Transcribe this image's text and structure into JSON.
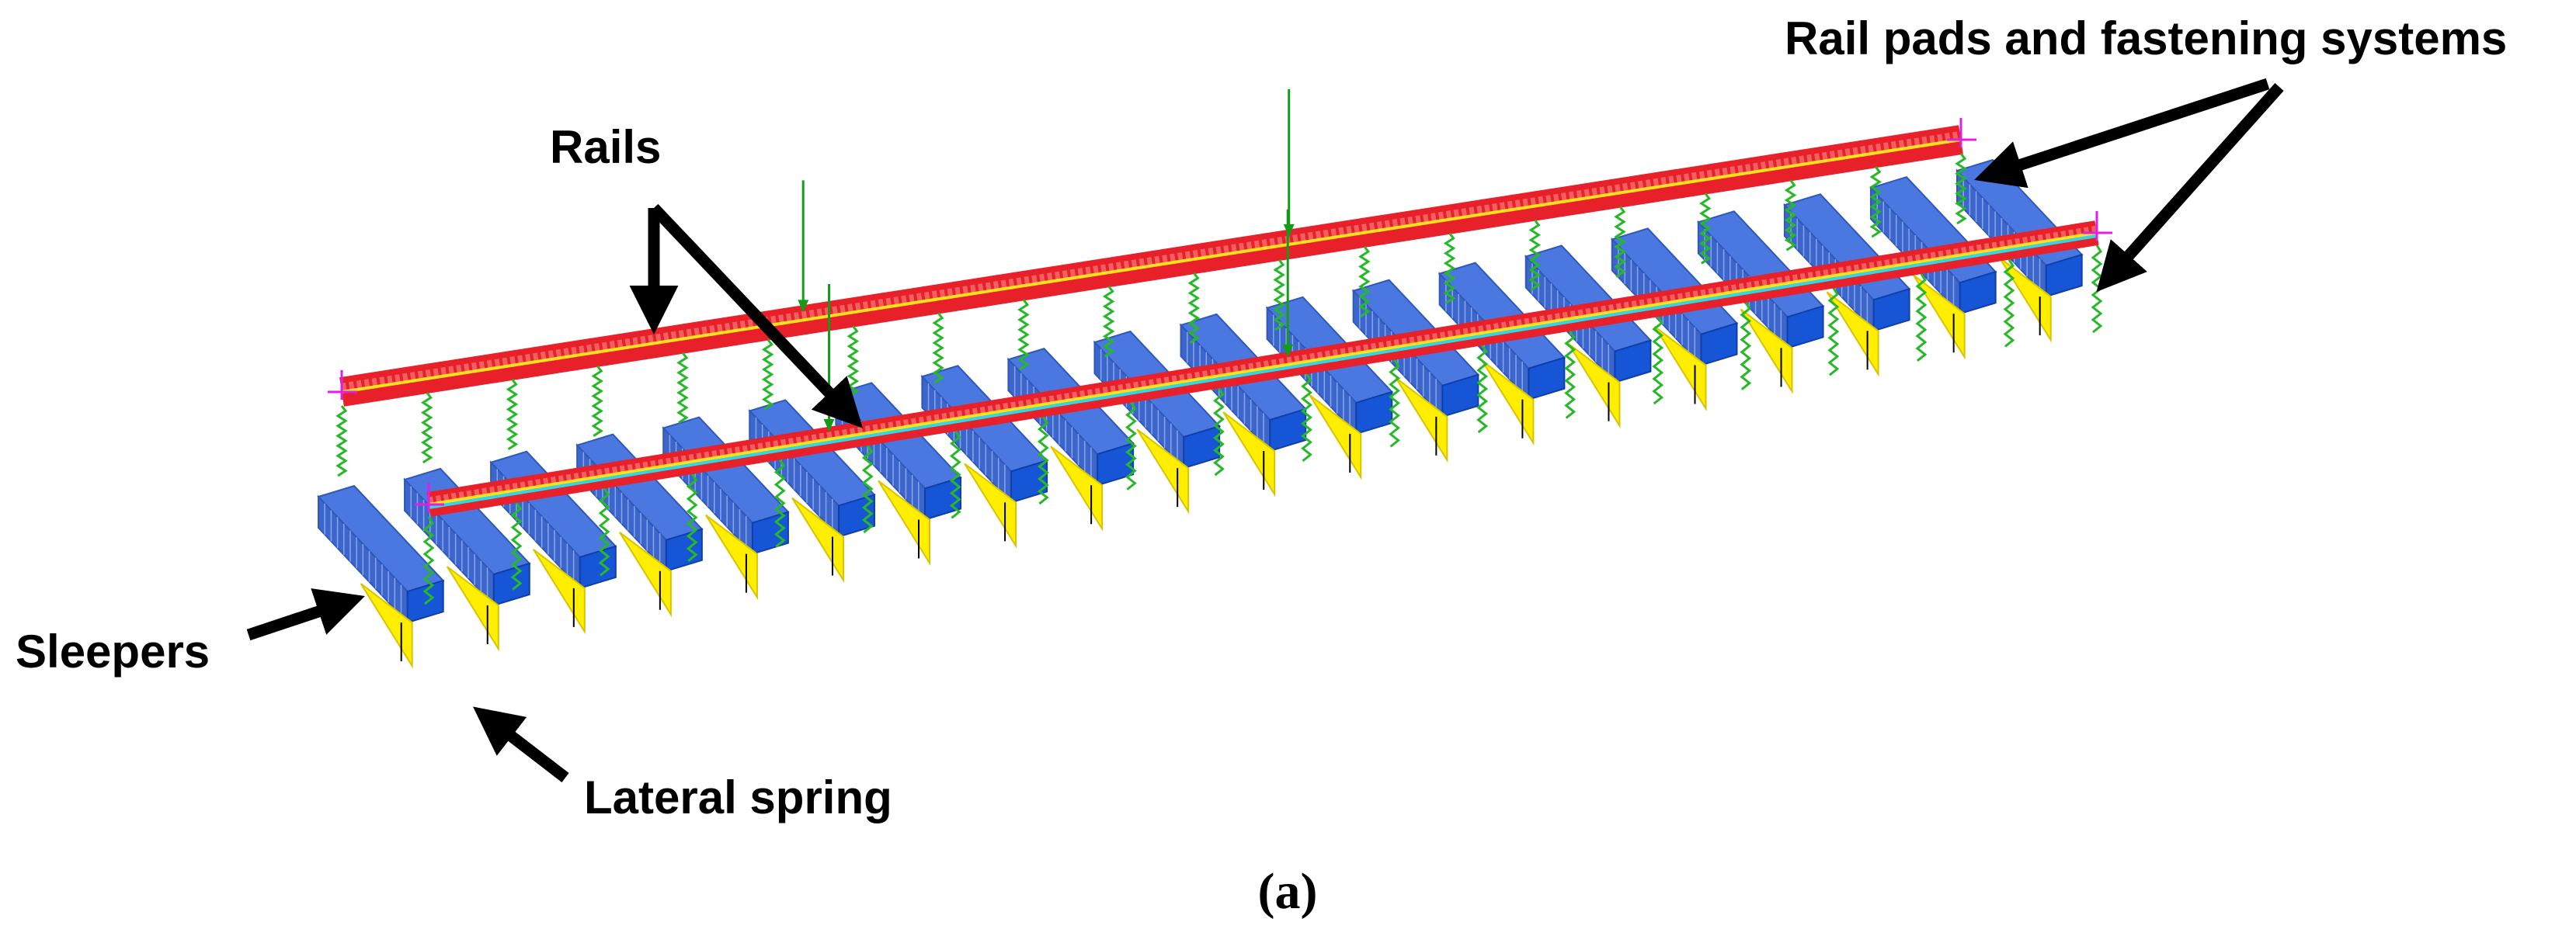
{
  "labels": {
    "rail_pads": "Rail pads and fastening systems",
    "rails": "Rails",
    "sleepers": "Sleepers",
    "lateral_spring": "Lateral spring"
  },
  "caption": "(a)",
  "colors": {
    "rail": "#e8202a",
    "rail_highlight": "#ffe11a",
    "rail_cyan": "#2fd8e6",
    "sleeper": "#4a78e0",
    "sleeper_end": "#1656d6",
    "lateral_spring": "#ffee00",
    "fastener": "#27b82a",
    "load": "#159a1a",
    "arrow": "#000000"
  }
}
